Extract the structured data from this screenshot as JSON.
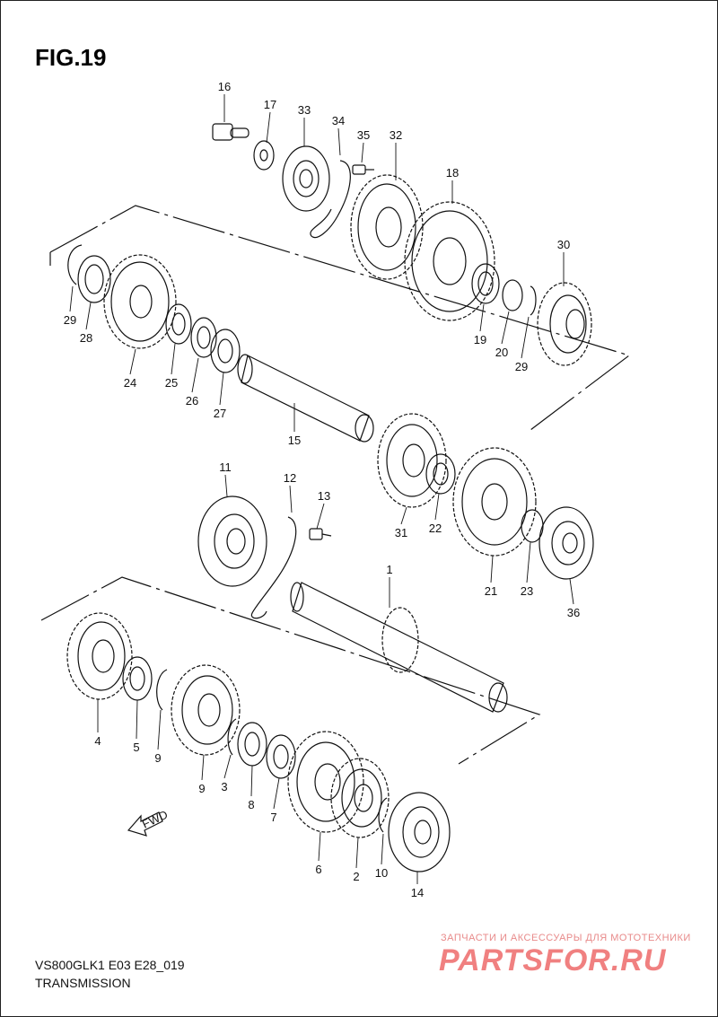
{
  "figure": {
    "title": "FIG.19"
  },
  "footer": {
    "model_code": "VS800GLK1 E03 E28_019",
    "section": "TRANSMISSION"
  },
  "watermark": {
    "tagline": "ЗАПЧАСТИ И АКСЕССУАРЫ ДЛЯ МОТОТЕХНИКИ",
    "logo": "PARTSFOR.RU",
    "color": "#f08080"
  },
  "fwd_arrow": {
    "label": "FWD"
  },
  "callouts": [
    "16",
    "17",
    "33",
    "34",
    "35",
    "32",
    "18",
    "30",
    "29",
    "28",
    "24",
    "25",
    "26",
    "27",
    "15",
    "19",
    "20",
    "29",
    "31",
    "22",
    "21",
    "23",
    "36",
    "11",
    "12",
    "13",
    "1",
    "4",
    "5",
    "9",
    "9",
    "3",
    "8",
    "7",
    "6",
    "2",
    "10",
    "14"
  ]
}
